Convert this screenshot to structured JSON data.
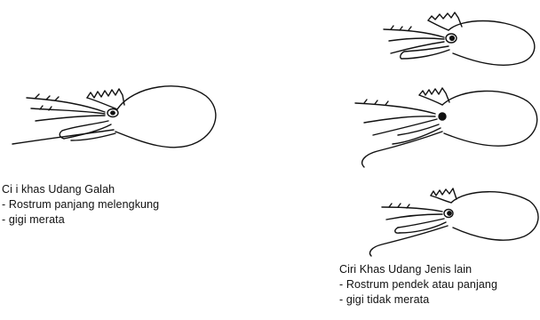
{
  "diagram": {
    "left_caption": {
      "title": "Ci i khas Udang Galah",
      "lines": [
        "- Rostrum panjang melengkung",
        "- gigi merata"
      ]
    },
    "right_caption": {
      "title": "Ciri Khas Udang Jenis lain",
      "lines": [
        "- Rostrum pendek atau panjang",
        "- gigi tidak merata"
      ]
    },
    "ink_color": "#111111"
  }
}
